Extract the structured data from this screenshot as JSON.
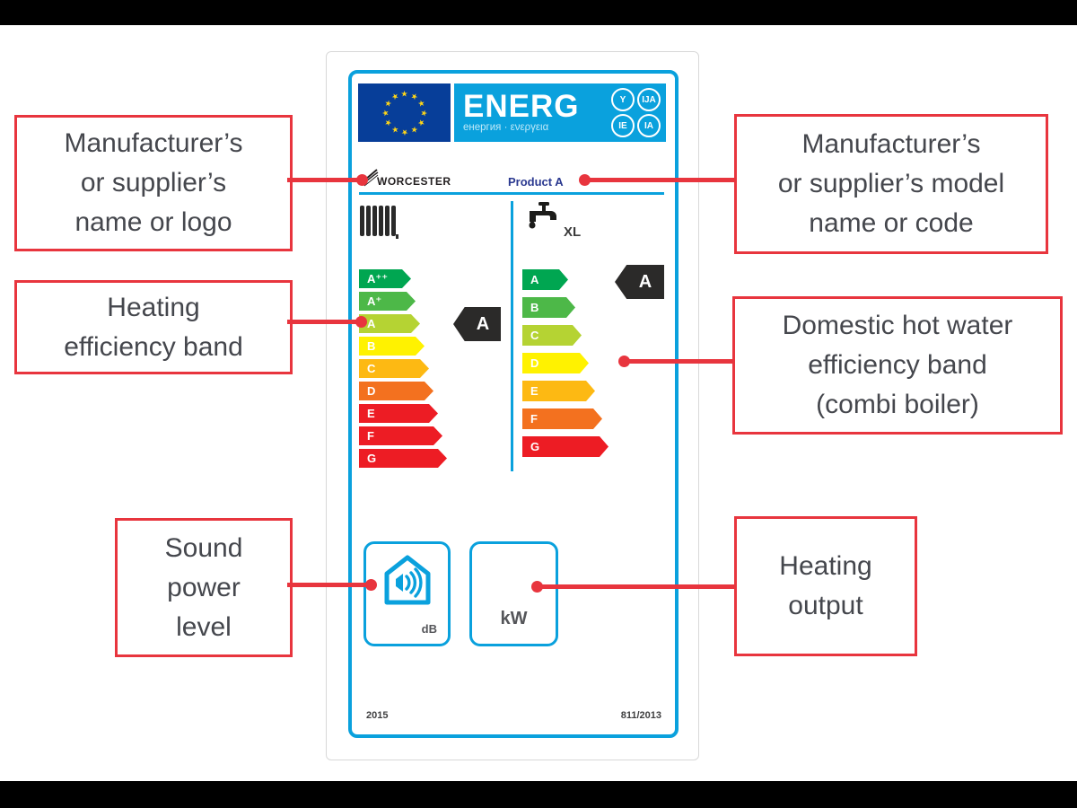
{
  "colors": {
    "accent_red": "#e8353e",
    "label_blue": "#0aa1dd",
    "eu_flag_blue": "#073e99",
    "tag_black": "#2b2a29"
  },
  "callouts": {
    "manufacturer_name": {
      "line1": "Manufacturer’s",
      "line2": "or supplier’s",
      "line3": "name or logo"
    },
    "heating_band": {
      "line1": "Heating",
      "line2": "efficiency band"
    },
    "sound_power": {
      "line1": "Sound",
      "line2": "power",
      "line3": "level"
    },
    "model_name": {
      "line1": "Manufacturer’s",
      "line2": "or supplier’s model",
      "line3": "name or code"
    },
    "dhw_band": {
      "line1": "Domestic hot water",
      "line2": "efficiency band",
      "line3": "(combi boiler)"
    },
    "heating_output": {
      "line1": "Heating",
      "line2": "output"
    }
  },
  "label": {
    "energ": {
      "word": "ENERG",
      "subtitle": "енергия · ενεργεια",
      "badges": {
        "y": "Y",
        "ija": "IJA",
        "ie": "IE",
        "ia": "IA"
      }
    },
    "brand": "WORCESTER",
    "product": "Product A",
    "heating_scale": {
      "tag": "A",
      "bands": [
        {
          "grade": "A⁺⁺",
          "color": "#00a651"
        },
        {
          "grade": "A⁺",
          "color": "#4db848"
        },
        {
          "grade": "A",
          "color": "#b5d333"
        },
        {
          "grade": "B",
          "color": "#fff200"
        },
        {
          "grade": "C",
          "color": "#fdb913"
        },
        {
          "grade": "D",
          "color": "#f3711f"
        },
        {
          "grade": "E",
          "color": "#ed1c24"
        },
        {
          "grade": "F",
          "color": "#ed1c24"
        },
        {
          "grade": "G",
          "color": "#ed1c24"
        }
      ]
    },
    "dhw_scale": {
      "tag": "A",
      "load_profile": "XL",
      "bands": [
        {
          "grade": "A",
          "color": "#00a651"
        },
        {
          "grade": "B",
          "color": "#4db848"
        },
        {
          "grade": "C",
          "color": "#b5d333"
        },
        {
          "grade": "D",
          "color": "#fff200"
        },
        {
          "grade": "E",
          "color": "#fdb913"
        },
        {
          "grade": "F",
          "color": "#f3711f"
        },
        {
          "grade": "G",
          "color": "#ed1c24"
        }
      ]
    },
    "sound_unit": "dB",
    "power_unit": "kW",
    "year": "2015",
    "regulation": "811/2013"
  }
}
